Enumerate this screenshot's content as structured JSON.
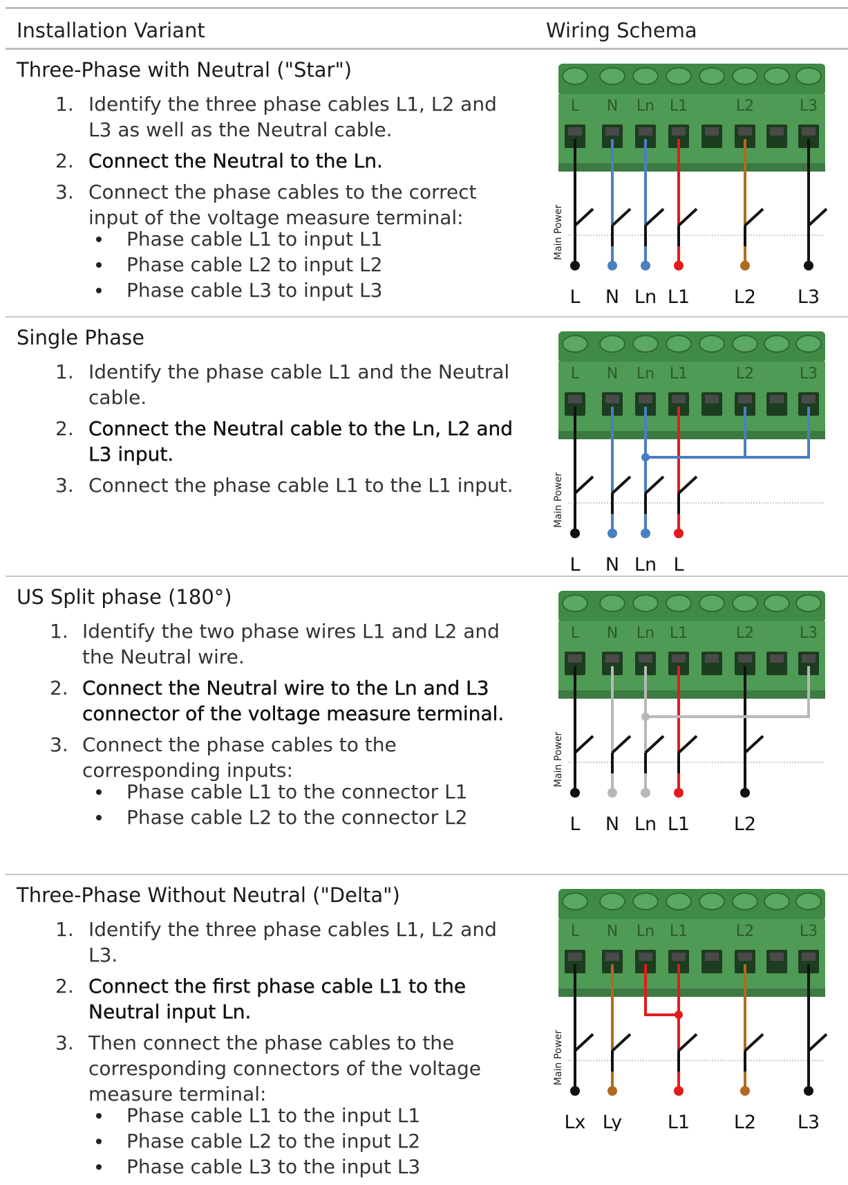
{
  "header": {
    "col_variant": "Installation Variant",
    "col_schema": "Wiring Schema"
  },
  "terminal_labels": [
    "L",
    "N",
    "Ln",
    "L1",
    "L2",
    "L3"
  ],
  "side_label": "Main Power",
  "colors": {
    "black": "#111111",
    "blue": "#4a7fc1",
    "red": "#e21b1b",
    "brown": "#b06a1e",
    "grey": "#b8b8b8",
    "terminal_green": "#4f9a55",
    "terminal_dark": "#3c7a42"
  },
  "variants": [
    {
      "title": "Three-Phase with Neutral (\"Star\")",
      "steps": [
        {
          "num": "1.",
          "text": "Identify the three phase cables L1, L2 and L3 as well as the Neutral cable.",
          "emphasis": false
        },
        {
          "num": "2.",
          "text": "Connect the Neutral to the Ln.",
          "emphasis": true
        },
        {
          "num": "3.",
          "text": "Connect the phase cables to the correct input of the voltage measure terminal:",
          "emphasis": false
        }
      ],
      "bullets": [
        "Phase cable L1 to input L1",
        "Phase cable L2 to input L2",
        "Phase cable L3 to input L3"
      ],
      "bottom_labels": [
        "L",
        "N",
        "Ln",
        "L1",
        "L2",
        "L3"
      ],
      "wires": [
        "black",
        "blue",
        "blue",
        "red",
        "brown",
        "black"
      ]
    },
    {
      "title": "Single Phase",
      "steps": [
        {
          "num": "1.",
          "text": "Identify the phase cable L1 and the Neutral cable.",
          "emphasis": false
        },
        {
          "num": "2.",
          "text": "Connect the Neutral cable to the Ln, L2 and L3 input.",
          "emphasis": true
        },
        {
          "num": "3.",
          "text": "Connect the phase cable L1 to the L1 input.",
          "emphasis": false
        }
      ],
      "bullets": [],
      "bottom_labels": [
        "L",
        "N",
        "Ln",
        "L"
      ],
      "wires": [
        "black",
        "blue",
        "blue",
        "red"
      ]
    },
    {
      "title": "US Split phase (180°)",
      "steps": [
        {
          "num": "1.",
          "text": "Identify the two phase wires L1 and L2 and the Neutral wire.",
          "emphasis": false
        },
        {
          "num": "2.",
          "text": "Connect the Neutral wire to the Ln and L3 connector of the voltage measure terminal.",
          "emphasis": true
        },
        {
          "num": "3.",
          "text": "Connect the phase cables to the corresponding inputs:",
          "emphasis": false
        }
      ],
      "bullets": [
        "Phase cable L1 to the connector L1",
        "Phase cable L2 to the connector L2"
      ],
      "bottom_labels": [
        "L",
        "N",
        "Ln",
        "L1",
        "L2"
      ],
      "wires": [
        "black",
        "grey",
        "grey",
        "red",
        "black"
      ]
    },
    {
      "title": "Three-Phase Without Neutral (\"Delta\")",
      "steps": [
        {
          "num": "1.",
          "text": "Identify the three phase cables L1, L2 and L3.",
          "emphasis": false
        },
        {
          "num": "2.",
          "text": "Connect the first phase cable L1 to the Neutral input Ln.",
          "emphasis": true
        },
        {
          "num": "3.",
          "text": "Then connect the phase cables to the corresponding connectors of the voltage measure terminal:",
          "emphasis": false
        }
      ],
      "bullets": [
        "Phase cable L1 to the input L1",
        "Phase cable L2 to the input L2",
        "Phase cable L3 to the input L3"
      ],
      "bottom_labels": [
        "Lx",
        "Ly",
        "L1",
        "L2",
        "L3"
      ],
      "wires": [
        "black",
        "brown",
        "red",
        "brown",
        "black"
      ]
    }
  ]
}
